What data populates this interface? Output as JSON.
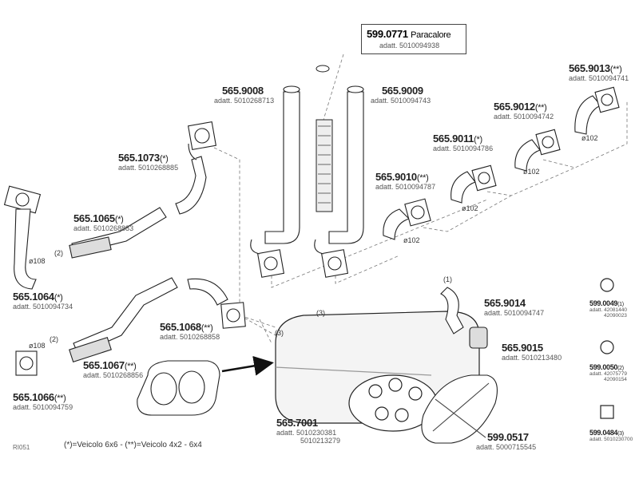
{
  "diagram_code": "RI051",
  "legend": "(*)=Veicolo 6x6  -  (**)=Veicolo 4x2 - 6x4",
  "parts": {
    "p0771": {
      "num": "599.0771",
      "suffix": "Paracalore",
      "adatt": "adatt. 5010094938"
    },
    "p9008": {
      "num": "565.9008",
      "suffix": "",
      "adatt": "adatt. 5010268713"
    },
    "p9009": {
      "num": "565.9009",
      "suffix": "",
      "adatt": "adatt. 5010094743"
    },
    "p9013": {
      "num": "565.9013",
      "suffix": "(**)",
      "adatt": "adatt. 5010094741"
    },
    "p9012": {
      "num": "565.9012",
      "suffix": "(**)",
      "adatt": "adatt. 5010094742"
    },
    "p9011": {
      "num": "565.9011",
      "suffix": "(*)",
      "adatt": "adatt. 5010094786"
    },
    "p9010": {
      "num": "565.9010",
      "suffix": "(**)",
      "adatt": "adatt. 5010094787"
    },
    "p1073": {
      "num": "565.1073",
      "suffix": "(*)",
      "adatt": "adatt. 5010268885"
    },
    "p1065": {
      "num": "565.1065",
      "suffix": "(*)",
      "adatt": "adatt. 5010268883"
    },
    "p1064": {
      "num": "565.1064",
      "suffix": "(*)",
      "adatt": "adatt. 5010094734"
    },
    "p1068": {
      "num": "565.1068",
      "suffix": "(**)",
      "adatt": "adatt. 5010268858"
    },
    "p1067": {
      "num": "565.1067",
      "suffix": "(**)",
      "adatt": "adatt. 5010268856"
    },
    "p1066": {
      "num": "565.1066",
      "suffix": "(**)",
      "adatt": "adatt. 5010094759"
    },
    "p9014": {
      "num": "565.9014",
      "suffix": "",
      "adatt": "adatt. 5010094747"
    },
    "p9015": {
      "num": "565.9015",
      "suffix": "",
      "adatt": "adatt. 5010213480"
    },
    "p7001": {
      "num": "565.7001",
      "suffix": "",
      "adatt": "adatt. 5010230381",
      "adatt2": "5010213279"
    },
    "p0517": {
      "num": "599.0517",
      "suffix": "",
      "adatt": "adatt. 5000715545"
    },
    "p0049": {
      "num": "599.0049",
      "suffix": "(1)",
      "adatt": "adatt. 42081440",
      "adatt2": "42090023"
    },
    "p0050": {
      "num": "599.0050",
      "suffix": "(2)",
      "adatt": "adatt. 42075779",
      "adatt2": "42090154"
    },
    "p0484": {
      "num": "599.0484",
      "suffix": "(3)",
      "adatt": "adatt. 5010230700"
    }
  },
  "diameters": {
    "d102a": "ø102",
    "d102b": "ø102",
    "d102c": "ø102",
    "d102d": "ø102",
    "d108a": "ø108",
    "d108b": "ø108"
  },
  "callouts": {
    "c1": "(1)",
    "c2a": "(2)",
    "c2b": "(2)",
    "c3a": "(3)",
    "c3b": "(3)"
  }
}
